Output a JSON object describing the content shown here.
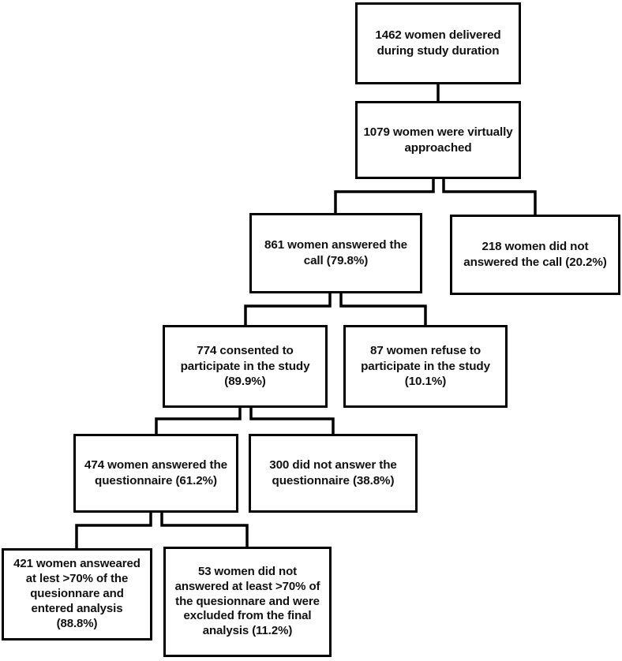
{
  "diagram": {
    "type": "flowchart",
    "title": "Study participant recruitment flow",
    "orientation": "top-down",
    "colors": {
      "box_border": "#000000",
      "box_fill": "#ffffff",
      "connector": "#000000",
      "text": "#101010",
      "background": "#ffffff"
    },
    "nodes": [
      {
        "id": "delivered",
        "level": 1,
        "text": "1462 women delivered during study duration",
        "count": 1462,
        "percent": null
      },
      {
        "id": "approached",
        "level": 2,
        "text": "1079 women were virtually approached",
        "count": 1079,
        "percent": null
      },
      {
        "id": "answered-call",
        "level": 3,
        "text": "861 women answered the call (79.8%)",
        "count": 861,
        "percent": 79.8
      },
      {
        "id": "not-answered-call",
        "level": 3,
        "text": "218 women did not answered the call (20.2%)",
        "count": 218,
        "percent": 20.2
      },
      {
        "id": "consented",
        "level": 4,
        "text": "774 consented to participate in the study (89.9%)",
        "count": 774,
        "percent": 89.9
      },
      {
        "id": "refused",
        "level": 4,
        "text": "87 women refuse to participate in the study (10.1%)",
        "count": 87,
        "percent": 10.1
      },
      {
        "id": "answered-questionnaire",
        "level": 5,
        "text": "474 women answered the questionnaire (61.2%)",
        "count": 474,
        "percent": 61.2
      },
      {
        "id": "not-answered-questionnaire",
        "level": 5,
        "text": "300 did not answer the questionnaire (38.8%)",
        "count": 300,
        "percent": 38.8
      },
      {
        "id": "included",
        "level": 6,
        "text": "421 women answeared at lest >70% of the quesionnare and entered analysis (88.8%)",
        "count": 421,
        "percent": 88.8
      },
      {
        "id": "excluded",
        "level": 6,
        "text": "53 women did not answered at least >70% of the quesionnare and were excluded from the final analysis (11.2%)",
        "count": 53,
        "percent": 11.2
      }
    ],
    "edges": [
      {
        "from": "delivered",
        "to": "approached"
      },
      {
        "from": "approached",
        "to": "answered-call"
      },
      {
        "from": "approached",
        "to": "not-answered-call"
      },
      {
        "from": "answered-call",
        "to": "consented"
      },
      {
        "from": "answered-call",
        "to": "refused"
      },
      {
        "from": "consented",
        "to": "answered-questionnaire"
      },
      {
        "from": "consented",
        "to": "not-answered-questionnaire"
      },
      {
        "from": "answered-questionnaire",
        "to": "included"
      },
      {
        "from": "answered-questionnaire",
        "to": "excluded"
      }
    ]
  }
}
